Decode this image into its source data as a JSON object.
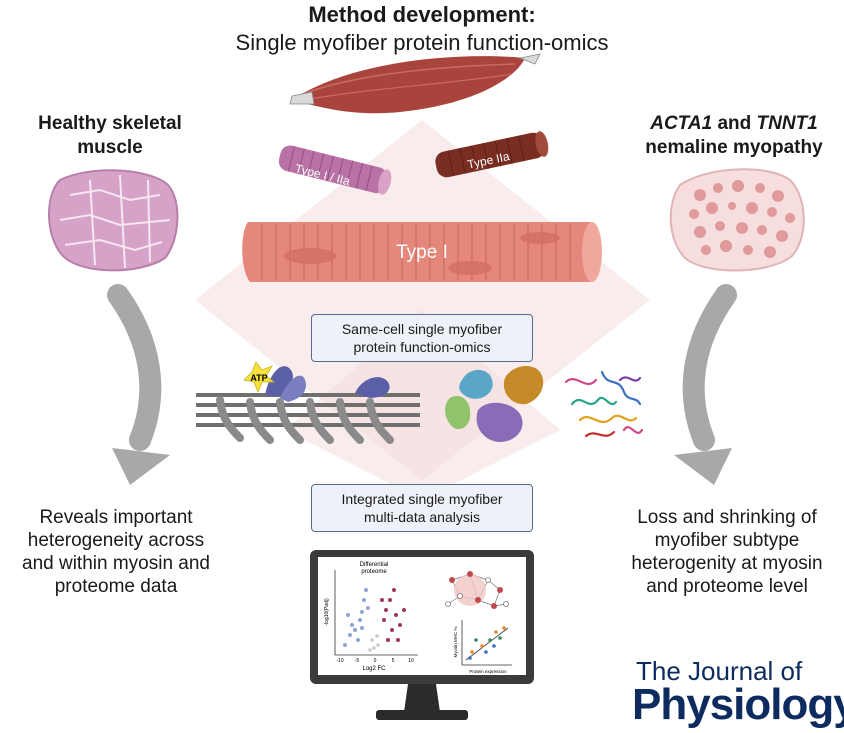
{
  "title": {
    "line1": "Method development:",
    "line2": "Single myofiber protein function-omics"
  },
  "left": {
    "heading": [
      "Healthy skeletal",
      "muscle"
    ],
    "finding": [
      "Reveals important",
      "heterogeneity across",
      "and within myosin and",
      "proteome data"
    ]
  },
  "right": {
    "heading_gene1": "ACTA1",
    "heading_and": " and ",
    "heading_gene2": "TNNT1",
    "heading_line2": "nemaline myopathy",
    "finding": [
      "Loss and shrinking of",
      "myofiber subtype",
      "heterogenity at myosin",
      "and proteome level"
    ]
  },
  "fibers": {
    "small_left": "Type I / IIa",
    "small_right": "Type IIa",
    "large": "Type I"
  },
  "boxes": {
    "function_omics": [
      "Same-cell single myofiber",
      "protein function-omics"
    ],
    "analysis": [
      "Integrated single myofiber",
      "multi-data analysis"
    ]
  },
  "atp_label": "ATP",
  "monitor": {
    "volcano_title": [
      "Differential",
      "proteome"
    ],
    "volcano_xlabel": "Log2 FC",
    "volcano_ylabel": "-log10(Padj)",
    "volcano_xticks": [
      "-10",
      "-5",
      "0",
      "5",
      "10"
    ],
    "scatter_xlabel": "Protein expression",
    "scatter_ylabel": "Myosin MHC %"
  },
  "journal": {
    "line1": "The Journal of",
    "line2": "Physiology"
  },
  "colors": {
    "muscle": "#a9443c",
    "fiber_pink": "#e5877a",
    "arrow": "#a8a8a8",
    "journal": "#0d2b5e",
    "box_bg": "#eef1f7"
  }
}
